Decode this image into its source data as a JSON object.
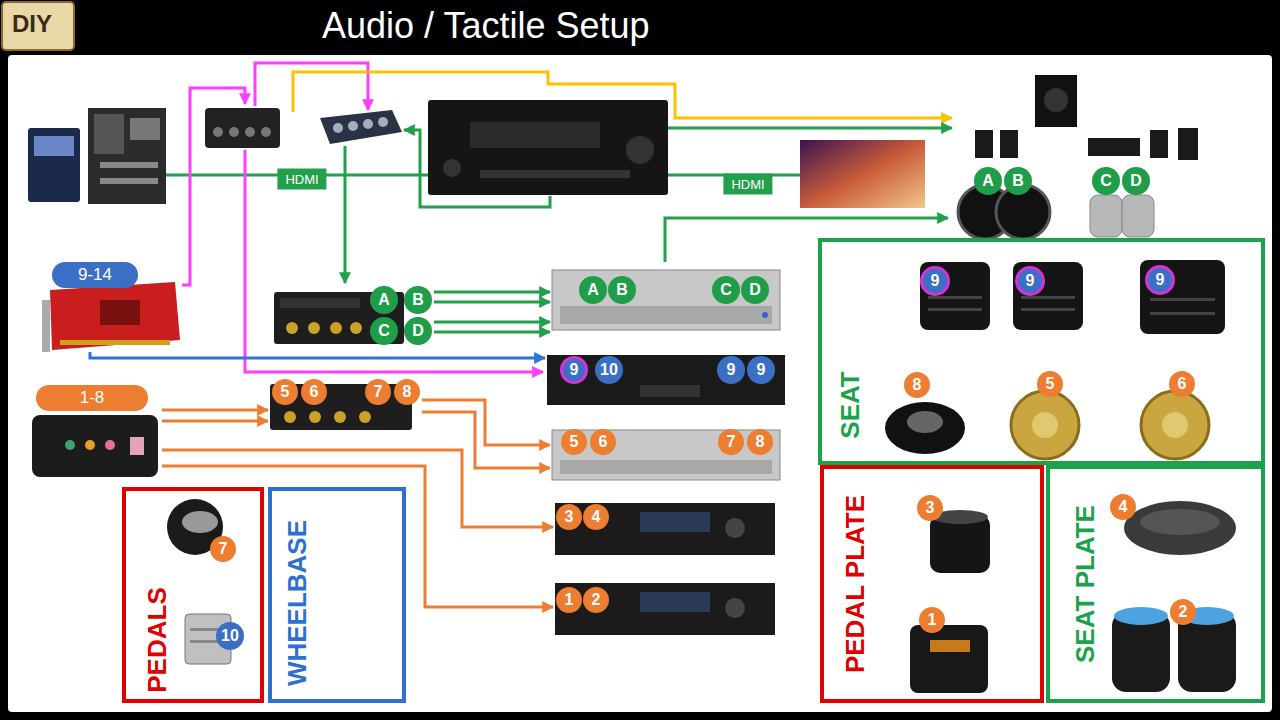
{
  "diagram": {
    "title": "Audio / Tactile Setup",
    "nodes": [
      {
        "text": [
          "9-14"
        ]
      },
      {
        "text": [
          "1-8"
        ]
      },
      {
        "text": [
          "A",
          "B",
          "C",
          "D"
        ]
      },
      {
        "text": [
          "A",
          "B",
          "C",
          "D"
        ]
      },
      {
        "text": [
          "9",
          "10",
          "9",
          "9"
        ]
      },
      {
        "text": [
          "5",
          "6",
          "7",
          "8"
        ]
      },
      {
        "text": [
          "5",
          "6",
          "7",
          "8"
        ]
      },
      {
        "text": [
          "3",
          "4"
        ]
      },
      {
        "text": [
          "1",
          "2"
        ]
      },
      {
        "text": [
          "A",
          "B",
          "C",
          "D"
        ]
      },
      {
        "text": [
          "PEDALS"
        ]
      },
      {
        "text": [
          "7"
        ],
        "in": 10
      },
      {
        "text": [
          "10"
        ],
        "in": 10
      },
      {
        "text": [
          "WHEELBASE"
        ]
      },
      {
        "text": [
          "SEAT"
        ]
      },
      {
        "text": [
          "9"
        ],
        "in": 14
      },
      {
        "text": [
          "9"
        ],
        "in": 14
      },
      {
        "text": [
          "9"
        ],
        "in": 14
      },
      {
        "text": [
          "8"
        ],
        "in": 14
      },
      {
        "text": [
          "5"
        ],
        "in": 14
      },
      {
        "text": [
          "6"
        ],
        "in": 14
      },
      {
        "text": [
          "PEDAL PLATE"
        ]
      },
      {
        "text": [
          "3"
        ],
        "in": 21
      },
      {
        "text": [
          "1"
        ],
        "in": 21
      },
      {
        "text": [
          "SEAT PLATE"
        ]
      },
      {
        "text": [
          "4"
        ],
        "in": 24
      },
      {
        "text": [
          "2"
        ],
        "in": 24
      }
    ],
    "edges": [
      {
        "from": 0,
        "to": 4,
        "arrow": "to"
      },
      {
        "from": 1,
        "to": 5,
        "arrow": "to"
      },
      {
        "from": 1,
        "to": 5,
        "arrow": "to"
      },
      {
        "from": 5,
        "to": 6,
        "arrow": "to"
      },
      {
        "from": 5,
        "to": 6,
        "arrow": "to"
      },
      {
        "from": 1,
        "to": 7,
        "arrow": "to"
      },
      {
        "from": 1,
        "to": 8,
        "arrow": "to"
      },
      {
        "from": 2,
        "to": 3,
        "arrow": "to"
      },
      {
        "from": 2,
        "to": 3,
        "arrow": "to"
      },
      {
        "from": 2,
        "to": 3,
        "arrow": "to"
      },
      {
        "from": 2,
        "to": 3,
        "arrow": "to"
      },
      {
        "from": 3,
        "to": 9,
        "arrow": "to"
      }
    ],
    "labels": [
      "DIY",
      "HDMI",
      "HDMI"
    ]
  }
}
